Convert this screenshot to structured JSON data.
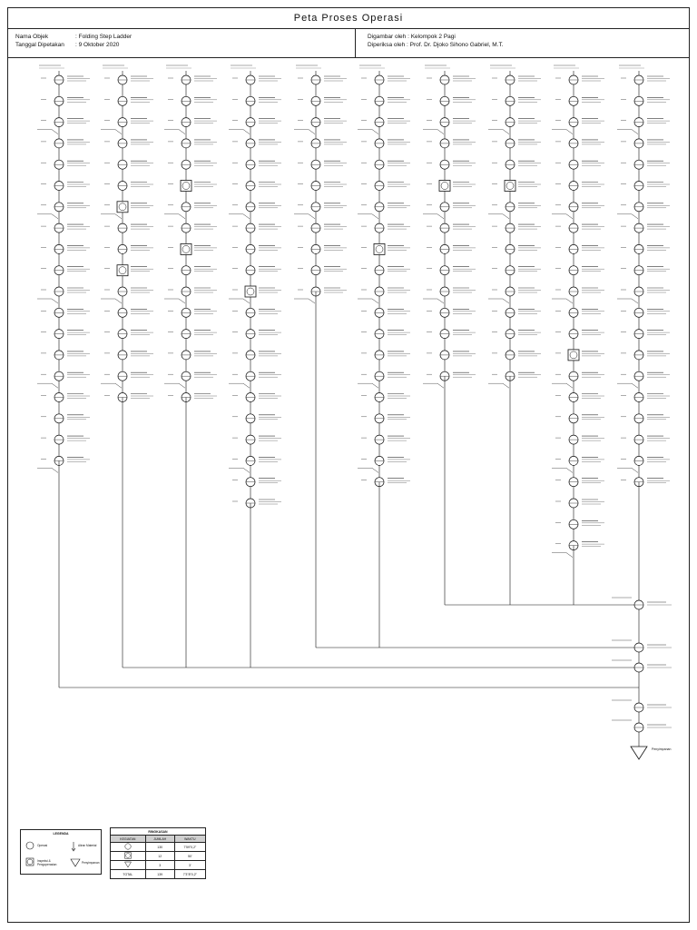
{
  "header": {
    "title": "Peta Proses Operasi",
    "object_label": "Nama Objek",
    "object_value": ": Folding Step Ladder",
    "date_label": "Tanggal Dipetakan",
    "date_value": ": 9 Oktober 2020",
    "drawn_by": "Digambar oleh : Kelompok 2 Pagi",
    "checked_by": "Diperiksa oleh : Prof. Dr. Djoko Sihono Gabriel, M.T."
  },
  "legend": {
    "title": "LEGENDA",
    "items": [
      "Operasi",
      "Inspeksi & Pengoperasian",
      "Aliran Material",
      "Penyimpanan"
    ]
  },
  "summary": {
    "caption": "RINGKASAN",
    "headers": [
      "KEGIATAN",
      "JUMLAH",
      "WAKTU"
    ],
    "rows": [
      [
        "",
        "130",
        "7'59\"0,2\""
      ],
      [
        "",
        "12",
        "50'"
      ],
      [
        "",
        "3",
        "3'"
      ],
      [
        "TOTAL",
        "139",
        "7'3\"8\"0,2\""
      ]
    ]
  },
  "chart": {
    "columns": [
      {
        "n": 19
      },
      {
        "n": 16
      },
      {
        "n": 16
      },
      {
        "n": 21
      },
      {
        "n": 11
      },
      {
        "n": 20
      },
      {
        "n": 15
      },
      {
        "n": 15
      },
      {
        "n": 23
      },
      {
        "n": 20
      }
    ],
    "terminal_label": "Penyimpanan"
  }
}
